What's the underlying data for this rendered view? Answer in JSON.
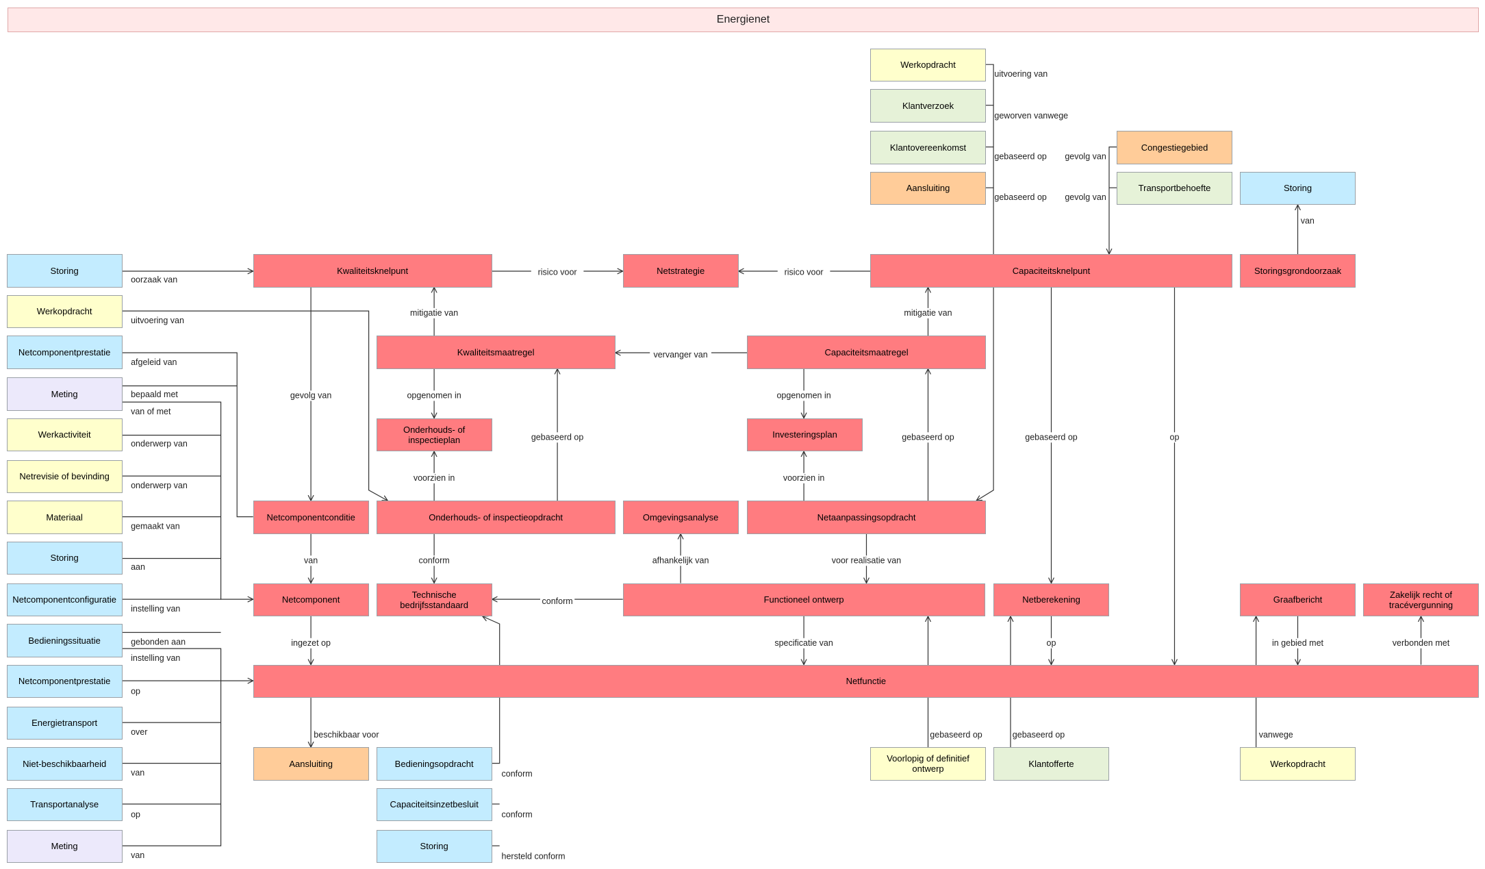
{
  "title": "Energienet",
  "colors": {
    "red": "#ff7c80",
    "blue": "#c3ecff",
    "yellow": "#ffffcc",
    "green": "#e6f2d8",
    "orange": "#ffcc99",
    "lavender": "#ece9fb"
  },
  "nodes": [
    {
      "id": "werkopdracht_top",
      "label": "Werkopdracht",
      "color": "yellow"
    },
    {
      "id": "klantverzoek",
      "label": "Klantverzoek",
      "color": "green"
    },
    {
      "id": "klantovereenkomst",
      "label": "Klantovereenkomst",
      "color": "green"
    },
    {
      "id": "aansluiting_top",
      "label": "Aansluiting",
      "color": "orange"
    },
    {
      "id": "congestiegebied",
      "label": "Congestiegebied",
      "color": "orange"
    },
    {
      "id": "transportbehoefte",
      "label": "Transportbehoefte",
      "color": "green"
    },
    {
      "id": "storing_tr",
      "label": "Storing",
      "color": "blue"
    },
    {
      "id": "storing_l1",
      "label": "Storing",
      "color": "blue"
    },
    {
      "id": "werkopdracht_l",
      "label": "Werkopdracht",
      "color": "yellow"
    },
    {
      "id": "netcomponentprestatie_l",
      "label": "Netcomponentprestatie",
      "color": "blue"
    },
    {
      "id": "meting_l1",
      "label": "Meting",
      "color": "lavender"
    },
    {
      "id": "werkactiviteit",
      "label": "Werkactiviteit",
      "color": "yellow"
    },
    {
      "id": "netrevisie",
      "label": "Netrevisie of bevinding",
      "color": "yellow"
    },
    {
      "id": "materiaal",
      "label": "Materiaal",
      "color": "yellow"
    },
    {
      "id": "storing_l2",
      "label": "Storing",
      "color": "blue"
    },
    {
      "id": "netcomponentconfiguratie",
      "label": "Netcomponentconfiguratie",
      "color": "blue"
    },
    {
      "id": "bedieningssituatie",
      "label": "Bedieningssituatie",
      "color": "blue"
    },
    {
      "id": "netcomponentprestatie_l2",
      "label": "Netcomponentprestatie",
      "color": "blue"
    },
    {
      "id": "energietransport",
      "label": "Energietransport",
      "color": "blue"
    },
    {
      "id": "niet_beschikbaarheid",
      "label": "Niet-beschikbaarheid",
      "color": "blue"
    },
    {
      "id": "transportanalyse",
      "label": "Transportanalyse",
      "color": "blue"
    },
    {
      "id": "meting_l2",
      "label": "Meting",
      "color": "lavender"
    },
    {
      "id": "kwaliteitsknelpunt",
      "label": "Kwaliteitsknelpunt",
      "color": "red"
    },
    {
      "id": "netstrategie",
      "label": "Netstrategie",
      "color": "red"
    },
    {
      "id": "capaciteitsknelpunt",
      "label": "Capaciteitsknelpunt",
      "color": "red"
    },
    {
      "id": "storingsgrondoorzaak",
      "label": "Storingsgrondoorzaak",
      "color": "red"
    },
    {
      "id": "kwaliteitsmaatregel",
      "label": "Kwaliteitsmaatregel",
      "color": "red"
    },
    {
      "id": "capaciteitsmaatregel",
      "label": "Capaciteitsmaatregel",
      "color": "red"
    },
    {
      "id": "onderhoudsplan",
      "label": "Onderhouds- of inspectieplan",
      "color": "red"
    },
    {
      "id": "investeringsplan",
      "label": "Investeringsplan",
      "color": "red"
    },
    {
      "id": "netcomponentconditie",
      "label": "Netcomponentconditie",
      "color": "red"
    },
    {
      "id": "onderhoudsopdracht",
      "label": "Onderhouds- of inspectieopdracht",
      "color": "red"
    },
    {
      "id": "omgevingsanalyse",
      "label": "Omgevingsanalyse",
      "color": "red"
    },
    {
      "id": "netaanpassingsopdracht",
      "label": "Netaanpassingsopdracht",
      "color": "red"
    },
    {
      "id": "netcomponent",
      "label": "Netcomponent",
      "color": "red"
    },
    {
      "id": "technische_standaard",
      "label": "Technische bedrijfsstandaard",
      "color": "red"
    },
    {
      "id": "functioneel_ontwerp",
      "label": "Functioneel ontwerp",
      "color": "red"
    },
    {
      "id": "netberekening",
      "label": "Netberekening",
      "color": "red"
    },
    {
      "id": "graafbericht",
      "label": "Graafbericht",
      "color": "red"
    },
    {
      "id": "zakelijk_recht",
      "label": "Zakelijk recht of tracévergunning",
      "color": "red"
    },
    {
      "id": "netfunctie",
      "label": "Netfunctie",
      "color": "red"
    },
    {
      "id": "aansluiting_b",
      "label": "Aansluiting",
      "color": "orange"
    },
    {
      "id": "bedieningsopdracht",
      "label": "Bedieningsopdracht",
      "color": "blue"
    },
    {
      "id": "capaciteitsinzetbesluit",
      "label": "Capaciteitsinzetbesluit",
      "color": "blue"
    },
    {
      "id": "storing_b",
      "label": "Storing",
      "color": "blue"
    },
    {
      "id": "voorlopig_ontwerp",
      "label": "Voorlopig of definitief ontwerp",
      "color": "yellow"
    },
    {
      "id": "klantofferte",
      "label": "Klantofferte",
      "color": "green"
    },
    {
      "id": "werkopdracht_b",
      "label": "Werkopdracht",
      "color": "yellow"
    }
  ],
  "edges": [
    {
      "id": "e_uitvoering_top",
      "label": "uitvoering van"
    },
    {
      "id": "e_geworven",
      "label": "geworven vanwege"
    },
    {
      "id": "e_gebaseerd_ko",
      "label": "gebaseerd op"
    },
    {
      "id": "e_gebaseerd_aa",
      "label": "gebaseerd op"
    },
    {
      "id": "e_gevolg_cong",
      "label": "gevolg van"
    },
    {
      "id": "e_gevolg_trans",
      "label": "gevolg van"
    },
    {
      "id": "e_van_storing",
      "label": "van"
    },
    {
      "id": "e_oorzaak",
      "label": "oorzaak van"
    },
    {
      "id": "e_uitvoering_l",
      "label": "uitvoering van"
    },
    {
      "id": "e_afgeleid",
      "label": "afgeleid van"
    },
    {
      "id": "e_bepaald",
      "label": "bepaald met"
    },
    {
      "id": "e_vanofmet",
      "label": "van of met"
    },
    {
      "id": "e_onderwerp1",
      "label": "onderwerp van"
    },
    {
      "id": "e_onderwerp2",
      "label": "onderwerp van"
    },
    {
      "id": "e_gemaakt",
      "label": "gemaakt van"
    },
    {
      "id": "e_aan",
      "label": "aan"
    },
    {
      "id": "e_instelling1",
      "label": "instelling van"
    },
    {
      "id": "e_gebonden",
      "label": "gebonden aan"
    },
    {
      "id": "e_instelling2",
      "label": "instelling van"
    },
    {
      "id": "e_op_ncp",
      "label": "op"
    },
    {
      "id": "e_over",
      "label": "over"
    },
    {
      "id": "e_van_nb",
      "label": "van"
    },
    {
      "id": "e_op_ta",
      "label": "op"
    },
    {
      "id": "e_van_meting",
      "label": "van"
    },
    {
      "id": "e_risico1",
      "label": "risico voor"
    },
    {
      "id": "e_risico2",
      "label": "risico voor"
    },
    {
      "id": "e_mitigatie1",
      "label": "mitigatie van"
    },
    {
      "id": "e_mitigatie2",
      "label": "mitigatie van"
    },
    {
      "id": "e_vervanger",
      "label": "vervanger van"
    },
    {
      "id": "e_opgenomen1",
      "label": "opgenomen in"
    },
    {
      "id": "e_opgenomen2",
      "label": "opgenomen in"
    },
    {
      "id": "e_gevolg_kk",
      "label": "gevolg van"
    },
    {
      "id": "e_gebaseerd_km",
      "label": "gebaseerd op"
    },
    {
      "id": "e_gebaseerd_cm",
      "label": "gebaseerd op"
    },
    {
      "id": "e_gebaseerd_nb",
      "label": "gebaseerd op"
    },
    {
      "id": "e_op_ck",
      "label": "op"
    },
    {
      "id": "e_voorzien1",
      "label": "voorzien in"
    },
    {
      "id": "e_voorzien2",
      "label": "voorzien in"
    },
    {
      "id": "e_van_nc",
      "label": "van"
    },
    {
      "id": "e_conform_oo",
      "label": "conform"
    },
    {
      "id": "e_afhankelijk",
      "label": "afhankelijk van"
    },
    {
      "id": "e_voorrealisatie",
      "label": "voor realisatie van"
    },
    {
      "id": "e_conform_fo",
      "label": "conform"
    },
    {
      "id": "e_ingezet",
      "label": "ingezet op"
    },
    {
      "id": "e_specificatie",
      "label": "specificatie van"
    },
    {
      "id": "e_op_nb",
      "label": "op"
    },
    {
      "id": "e_ingebied",
      "label": "in gebied met"
    },
    {
      "id": "e_verbonden",
      "label": "verbonden met"
    },
    {
      "id": "e_beschikbaar",
      "label": "beschikbaar voor"
    },
    {
      "id": "e_conform_bo",
      "label": "conform"
    },
    {
      "id": "e_conform_cib",
      "label": "conform"
    },
    {
      "id": "e_hersteld",
      "label": "hersteld conform"
    },
    {
      "id": "e_gebaseerd_vo",
      "label": "gebaseerd op"
    },
    {
      "id": "e_gebaseerd_kof",
      "label": "gebaseerd op"
    },
    {
      "id": "e_vanwege",
      "label": "vanwege"
    }
  ]
}
